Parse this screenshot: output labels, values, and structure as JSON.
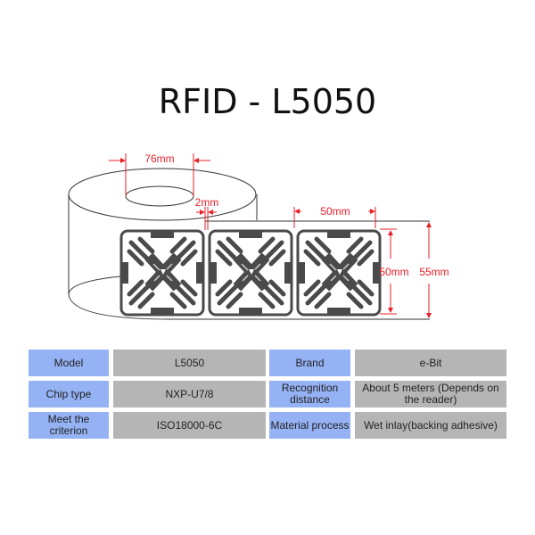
{
  "title": "RFID - L5050",
  "diagram": {
    "core_diameter_label": "76mm",
    "gap_label": "2mm",
    "label_width_label": "50mm",
    "label_height_label": "50mm",
    "liner_height_label": "55mm",
    "label_count_visible": 3,
    "colors": {
      "dimension": "#e8202a",
      "outline": "#333333",
      "antenna": "#4a4a4a"
    }
  },
  "specs": {
    "rows": [
      {
        "label1": "Model",
        "value1": "L5050",
        "label2": "Brand",
        "value2": "e-Bit"
      },
      {
        "label1": "Chip type",
        "value1": "NXP-U7/8",
        "label2": "Recognition distance",
        "value2": "About 5 meters (Depends on the reader)"
      },
      {
        "label1": "Meet the criterion",
        "value1": "ISO18000-6C",
        "label2": "Material process",
        "value2": "Wet inlay(backing adhesive)"
      }
    ],
    "colors": {
      "label_bg": "#95b2f4",
      "value_bg": "#b5b5b5"
    }
  }
}
